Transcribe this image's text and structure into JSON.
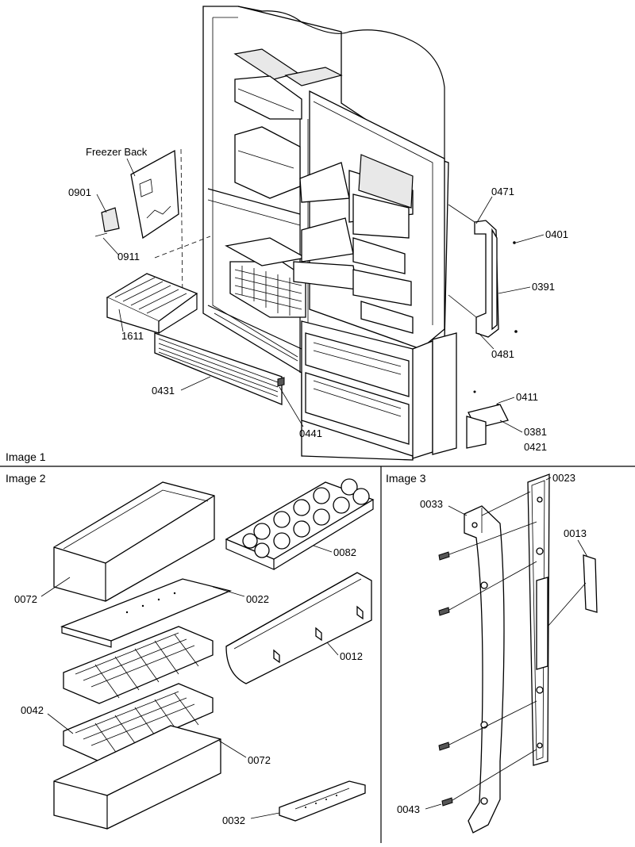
{
  "panels": {
    "image1": {
      "caption": "Image 1"
    },
    "image2": {
      "caption": "Image 2"
    },
    "image3": {
      "caption": "Image 3"
    }
  },
  "labels": {
    "freezer_back": "Freezer Back",
    "p0901": "0901",
    "p0911": "0911",
    "p1611": "1611",
    "p0431": "0431",
    "p0441": "0441",
    "p0471": "0471",
    "p0401": "0401",
    "p0391": "0391",
    "p0481": "0481",
    "p0411": "0411",
    "p0381": "0381",
    "p0421": "0421",
    "p0072a": "0072",
    "p0022": "0022",
    "p0082": "0082",
    "p0012": "0012",
    "p0042": "0042",
    "p0072b": "0072",
    "p0032": "0032",
    "p0023": "0023",
    "p0033": "0033",
    "p0013": "0013",
    "p0043": "0043"
  }
}
